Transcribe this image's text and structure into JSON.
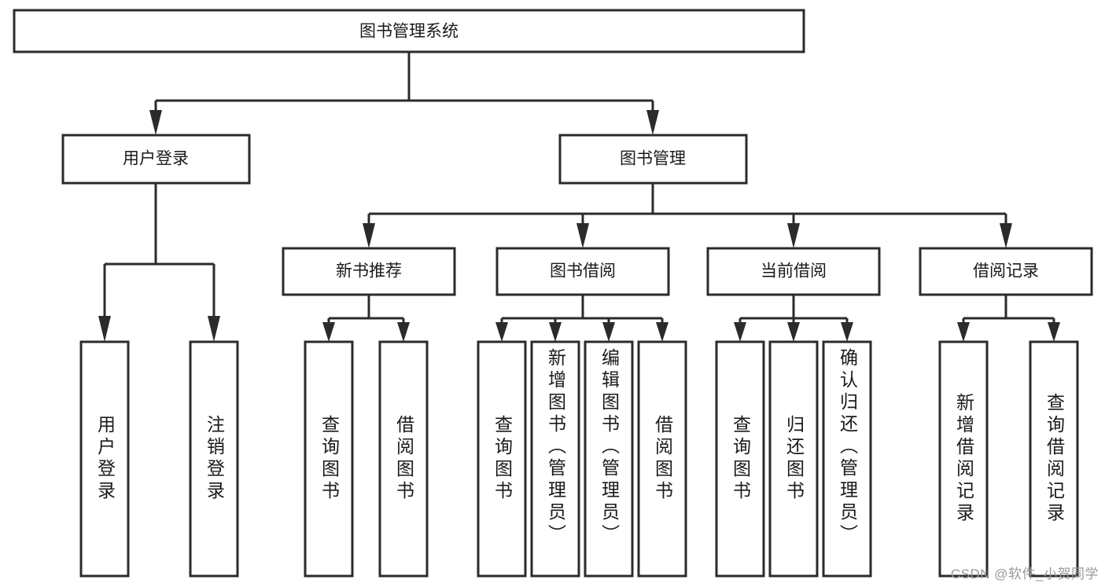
{
  "diagram": {
    "type": "tree",
    "title": "图书管理系统",
    "orientation": "top-down",
    "colors": {
      "node_fill": "#ffffff",
      "node_stroke": "#2b2b2b",
      "text": "#1a1a1a",
      "background": "#ffffff",
      "watermark": "#9a9a9a"
    },
    "levels": {
      "level0": "root",
      "level1": "modules",
      "level2": "sub-modules",
      "level3": "functions"
    },
    "root": {
      "label": "图书管理系统",
      "text_orientation": "horizontal"
    },
    "level1": [
      {
        "label": "用户登录",
        "text_orientation": "horizontal"
      },
      {
        "label": "图书管理",
        "text_orientation": "horizontal"
      }
    ],
    "level2": [
      {
        "label": "新书推荐",
        "text_orientation": "horizontal",
        "parent": "图书管理"
      },
      {
        "label": "图书借阅",
        "text_orientation": "horizontal",
        "parent": "图书管理"
      },
      {
        "label": "当前借阅",
        "text_orientation": "horizontal",
        "parent": "图书管理"
      },
      {
        "label": "借阅记录",
        "text_orientation": "horizontal",
        "parent": "图书管理"
      }
    ],
    "leaves": {
      "用户登录": [
        {
          "label": "用户登录",
          "text_orientation": "vertical"
        },
        {
          "label": "注销登录",
          "text_orientation": "vertical"
        }
      ],
      "新书推荐": [
        {
          "label": "查询图书",
          "text_orientation": "vertical"
        },
        {
          "label": "借阅图书",
          "text_orientation": "vertical"
        }
      ],
      "图书借阅": [
        {
          "label": "查询图书",
          "text_orientation": "vertical"
        },
        {
          "label": "新增图书（管理员）",
          "text_orientation": "vertical"
        },
        {
          "label": "编辑图书（管理员）",
          "text_orientation": "vertical"
        },
        {
          "label": "借阅图书",
          "text_orientation": "vertical"
        }
      ],
      "当前借阅": [
        {
          "label": "查询图书",
          "text_orientation": "vertical"
        },
        {
          "label": "归还图书",
          "text_orientation": "vertical"
        },
        {
          "label": "确认归还（管理员）",
          "text_orientation": "vertical"
        }
      ],
      "借阅记录": [
        {
          "label": "新增借阅记录",
          "text_orientation": "vertical"
        },
        {
          "label": "查询借阅记录",
          "text_orientation": "vertical"
        }
      ]
    }
  },
  "watermark": {
    "text": "CSDN @软件_小贺同学"
  },
  "nodes": {
    "root": "图书管理系统",
    "n_user_login": "用户登录",
    "n_book_manage": "图书管理",
    "n_new_book_rec": "新书推荐",
    "n_book_borrow": "图书借阅",
    "n_current_borrow": "当前借阅",
    "n_borrow_record": "借阅记录",
    "l_user_login": "用户登录",
    "l_logout": "注销登录",
    "l_query_book_a": "查询图书",
    "l_borrow_book_a": "借阅图书",
    "l_query_book_b": "查询图书",
    "l_add_book": "新增图书（管理员）",
    "l_edit_book": "编辑图书（管理员）",
    "l_borrow_book_b": "借阅图书",
    "l_query_book_c": "查询图书",
    "l_return_book": "归还图书",
    "l_confirm_return": "确认归还（管理员）",
    "l_add_record": "新增借阅记录",
    "l_query_record": "查询借阅记录"
  }
}
